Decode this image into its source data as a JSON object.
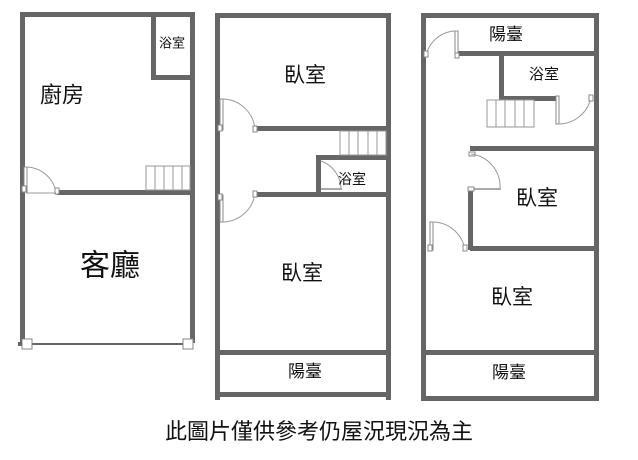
{
  "floors": [
    {
      "name": "floor-1",
      "rooms": {
        "bathroom": "浴室",
        "kitchen": "廚房",
        "living_room": "客廳"
      }
    },
    {
      "name": "floor-2",
      "rooms": {
        "bedroom_front": "臥室",
        "bathroom": "浴室",
        "bedroom_back": "臥室",
        "balcony": "陽臺"
      }
    },
    {
      "name": "floor-3",
      "rooms": {
        "balcony_top": "陽臺",
        "bathroom": "浴室",
        "bedroom_middle": "臥室",
        "bedroom_back": "臥室",
        "balcony_bottom": "陽臺"
      }
    }
  ],
  "caption": "此圖片僅供參考仍屋況現況為主",
  "colors": {
    "wall": "#666666",
    "fixture_line": "#999999",
    "text": "#111111",
    "background": "#ffffff"
  }
}
